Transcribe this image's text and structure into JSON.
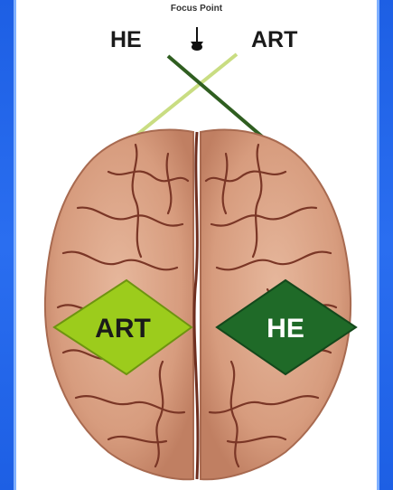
{
  "focus_point": {
    "title": "Focus Point"
  },
  "top_labels": {
    "left": "HE",
    "right": "ART"
  },
  "hemispheres": {
    "left_label": "ART",
    "right_label": "HE"
  },
  "colors": {
    "background": "#1f63e6",
    "panel": "#ffffff",
    "brain_fill": "#dca689",
    "brain_vein": "#7a3626",
    "left_diamond": "#9ccc1c",
    "right_diamond": "#1f6a28",
    "left_line": "#c9dd82",
    "right_line": "#2f5e20"
  },
  "icons": {
    "focus_marker": "arrow-down-icon"
  }
}
